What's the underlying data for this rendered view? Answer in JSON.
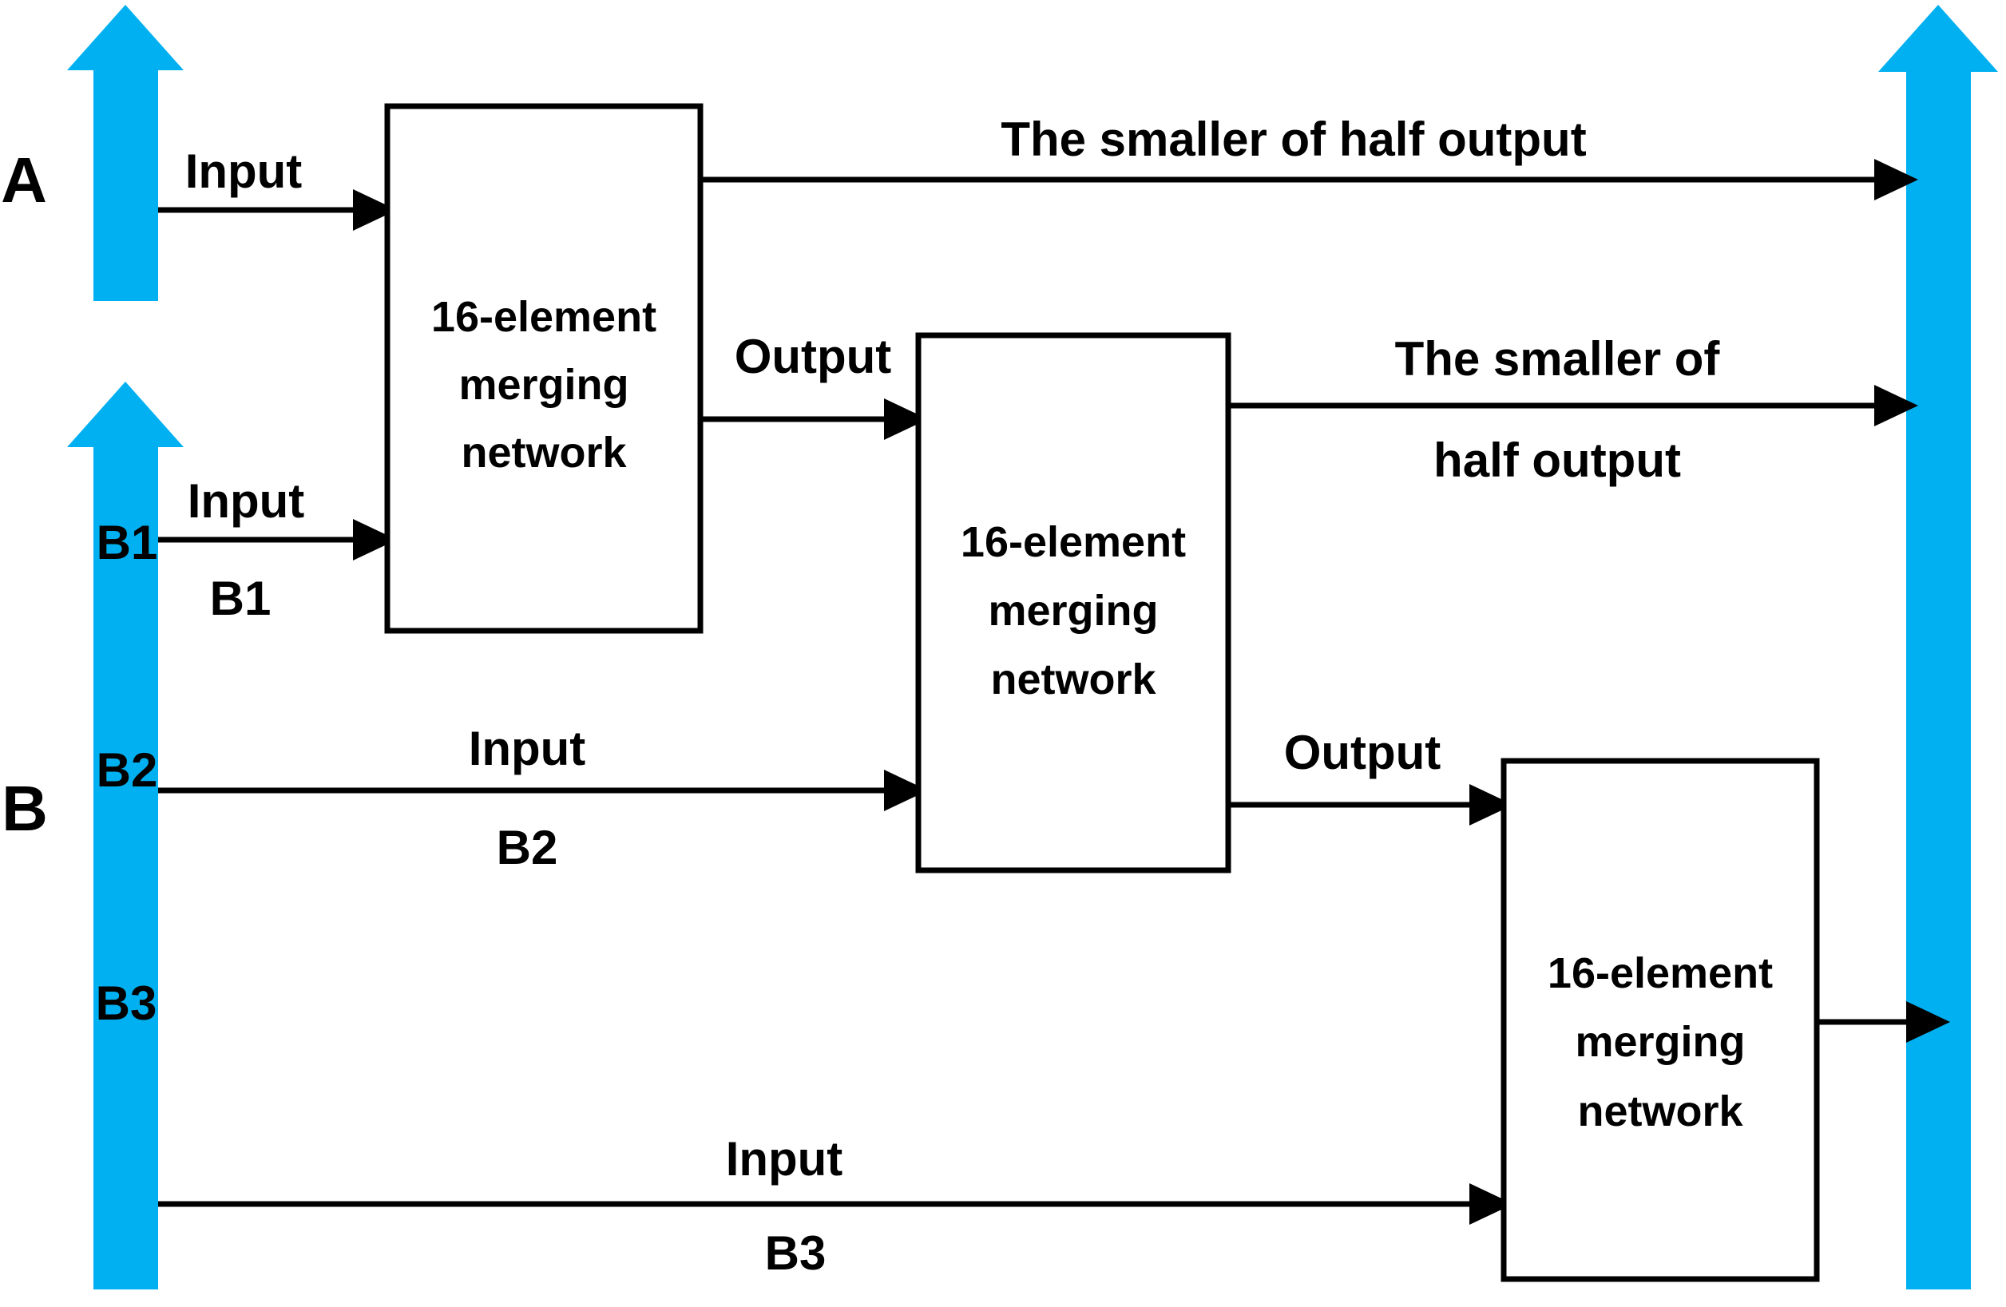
{
  "colors": {
    "arrow_cyan": "#00B0F0",
    "line_black": "#000000",
    "background": "#FFFFFF"
  },
  "streams": {
    "a": {
      "label": "A"
    },
    "b": {
      "label": "B",
      "segments": {
        "b1": "B1",
        "b2": "B2",
        "b3": "B3"
      }
    }
  },
  "boxes": {
    "box1": {
      "lines": [
        "16-element",
        "merging",
        "network"
      ]
    },
    "box2": {
      "lines": [
        "16-element",
        "merging",
        "network"
      ]
    },
    "box3": {
      "lines": [
        "16-element",
        "merging",
        "network"
      ]
    }
  },
  "edges": {
    "input_a": {
      "label": "Input"
    },
    "input_b1": {
      "label": "Input",
      "sublabel": "B1"
    },
    "input_b2": {
      "label": "Input",
      "sublabel": "B2"
    },
    "input_b3": {
      "label": "Input",
      "sublabel": "B3"
    },
    "output_1": {
      "label": "Output"
    },
    "output_2": {
      "label": "Output"
    },
    "smaller_top": {
      "label": "The smaller of half output"
    },
    "smaller_mid": {
      "line1": "The smaller of",
      "line2": "half output"
    }
  }
}
